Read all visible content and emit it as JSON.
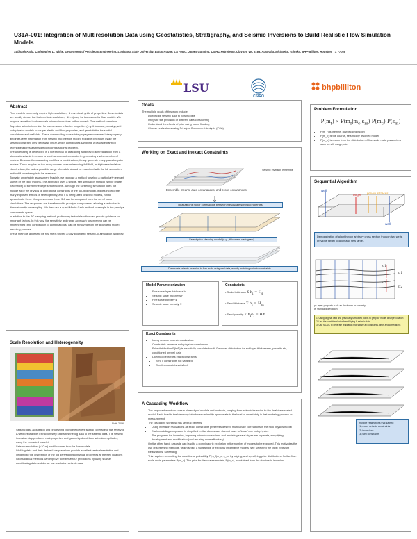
{
  "header": {
    "title": "U31A-001: Integration of Multiresolution Data using Geostatistics, Stratigraphy, and Seismic Inversions to Build Realistic Flow Simulation Models",
    "authors": "Subhash Kalla, Christopher D. White, Department of Petroleum Engineering, Louisiana State University, Baton Rouge, LA 70803, James Gunning, CSIRO Petroleum, Clayton, VIC 3168, Australia, Michael E. Glinsky, BHP-Billiton, Houston, TX 77056"
  },
  "logos": {
    "lsu": "LSU",
    "csiro": "CSIRO",
    "bhp": "bhpbilliton"
  },
  "abstract": {
    "title": "Abstract",
    "paragraphs": [
      "Flow models commonly require high-resolution (~1 m vertical) grids of properties. Seismic data are areally dense, but their vertical resolution (~10 m) may be too coarse for flow models. We propose a method to downscale seismic inversions to flow models. The method combines Bayesian seismic inversion for coarse-scale effective properties (e.g. thickness, porosity), with rock physics models to couple elastic and flow properties, and geostatistics for spatial correlations and well data. These downscaling constraints propagate correlated inter-property and inter-layer information from seismic into the flow model. Possible pinchouts make the seismic constraint only piecewise linear, which complicates sampling. A cascade partition technique addresses this difficult configurational problem.",
      "The uncertainty is developed in a hierarchical or cascading workflow. Each realization from a stochastic seismic inversion is used as an exact constraint in generating a subensemble of models. Because the cascading workflow is combinatoric, it may generate many plausible prior models. There may be far too many models to examine using full-field, multiphase simulation. Nonetheless, the widest possible range of models should be examined with the full simulation method if uncertainty is to be assessed.",
      "To make uncertainty assessment feasible, we propose a method to select a particularly relevant subset of the prior models. The approach uses a simple, fast simulation method (single phase tracer flow) to screen the large set of models. Although the screening simulation does not include all of the physics or operational constraints of the full-field model, it does incorporate many important effects of heterogeneity; and it is being used to select models, not to approximate them. Many responses (here, 3-8 can be computed from the set of tracer simulations. The responses are transformed to principal components, allowing a reduction in dimensionality for sampling. We then use a quasi-Monte Carlo method to sample in the principal components space.",
      "In addition to the PC sampling method, preliminary factorial studies can provide guidance on important factors. In this way, the sensitivity and range approach to screening can be implemented (and contribution to combinatorics) can be removed from the stochastic model sampling process.",
      "These methods appear to be first steps toward a fully stochastic seismic-to-simulation workflow."
    ]
  },
  "scale": {
    "title": "Scale Resolution and Heterogeneity",
    "photo_credit": "Slatt, 2006",
    "bullets": [
      "Seismic data acquisition and processing provide excellent spatial coverage of the reservoir",
      "A wellbore/wavelet extraction step calibrates the log data to the seismic data. The seismic inversion step produces rock properties and geometry direct from seismic amplitudes, using the extracted wavelet.",
      "Seismic resolution (~10 m) is still coarser than for flow models",
      "Well log data and their derived interpretations provide excellent vertical resolution and insight into the distribution of the log derived petrophysical properties at the well locations",
      "Geostatistical methods can improve flow behaviour predictions by using sparse conditioning data and dense low resolution seismic data"
    ]
  },
  "goals": {
    "title": "Goals",
    "intro": "The multiple goals of this work include",
    "bullets": [
      "Downscale seismic data to flow models",
      "Integrate the precision of different data consistently",
      "Understand the effects of prior using tracer flooding",
      "Choose realizations using Principal Component Analysis (PCA)"
    ]
  },
  "working": {
    "title": "Working on Exact and Inexact Constraints",
    "inversion_label": "Seismic Inversion ensemble",
    "ensemble_text": "Ensemble means, auto covariances, and cross covariances",
    "bar1": "Realizations honor correlations between mesoscale seismic properties",
    "bar2": "Select prior stacking model (e.g., thickness variogram)",
    "bar3": "Downscale seismic inversion to flow scale using well data, exactly matching seismic constraints"
  },
  "model_param": {
    "title": "Model Parameterization",
    "items": [
      "Fine scale layer thickness h",
      "Seismic scale thickness H",
      "Fine scale porosity φ",
      "Seismic scale porosity Φ"
    ]
  },
  "constraints": {
    "title": "Constraints",
    "items": [
      "Shale thickness",
      "Sand thickness",
      "Sand porosity"
    ]
  },
  "exact": {
    "title": "Exact Constraints",
    "bullets": [
      "Using seismic inversion realization",
      "Constraints preserve rock physics covariances",
      "Prior distribution P(h|Φ) is a spatially correlated multi-Gaussian distribution for sublayer thicknesses, porosity etc, conditioned on well data",
      "Likelihood enforces exact constraints:"
    ],
    "sub_bullets": [
      "Zero if constraints not satisfied",
      "One if constraints satisfied"
    ]
  },
  "problem": {
    "title": "Problem Formulation",
    "bullets": [
      "P(m_f) is the fine, downscaled model",
      "P(m_c) is the coarse, seismically resolved model",
      "P(m_c) is drawn from the distribution of fine-scale meta parameters such as sill, range, etc."
    ]
  },
  "sequential": {
    "title": "Sequential Algorithm",
    "labels": {
      "well": "well",
      "target": "target",
      "previous": "previous traces"
    },
    "caption": "Demonstration of algorithm on arbitrary cross section through two wells, previous target location and new target.",
    "right_labels": [
      "p1",
      "p2"
    ],
    "sigma_labels": [
      "σ1",
      "σ2"
    ],
    "legend": [
      "pi: layer property such as thickness or porosity",
      "σ: standard deviation"
    ],
    "yellow_note": [
      "1. Using original data and previously simulated points to get prior model at target location",
      "2. Use the conditional prior from Kriging & seismic data",
      "3. Use MCMC to generate realization that satisfy all constraints, prior, and correlations"
    ]
  },
  "cascade": {
    "title": "A Cascading Workflow",
    "bullets": [
      "The proposed workflow uses a hierarchy of models and methods, ranging from seismic inversion to the final downscaled model. Each level in the hierarchy introduces variability appropriate to the level of uncertainty in that modeling process or measurement.",
      "The cascading workflow has several benefits:"
    ],
    "sub_bullets": [
      "Using inversion realizations as exact constraints preserves desired multivariate correlations in the rock physics model",
      "Each modeling component is simplified — the downscaler doesn't have to 'know' any rock physics",
      "The programs for inversion, imposing seismic constraints, and modeling stratal styles are separate, simplifying development and modification (and re-using code effectively)"
    ],
    "bullets2": [
      "On the other hand, cascade can lead to a combinatoric explosion in the number of models to be explored. This motivates the use of screening methods, which select a subsample of explicitly informative models (see Selecting the Most Relevant Realizations: Screening)",
      "This requires computing the conditional probability P(m_f|m_c, s_m) by kriging, and specifying prior distributions for the fine-scale meta parameters P(m_c). The prior for the coarse models, P(m_c), is obtained from the stochastic inversion."
    ],
    "side_box": [
      "multiple realizations that satisfy:",
      "(1) exact seismic constraints",
      "(2) inversions",
      "(3) well constraints"
    ]
  },
  "colors": {
    "panel_border": "#9a9a9a",
    "accent_blue": "#2e6da4",
    "lsu_purple": "#4b2a83",
    "lsu_gold": "#f2b705",
    "bhp_orange": "#e8631a"
  }
}
